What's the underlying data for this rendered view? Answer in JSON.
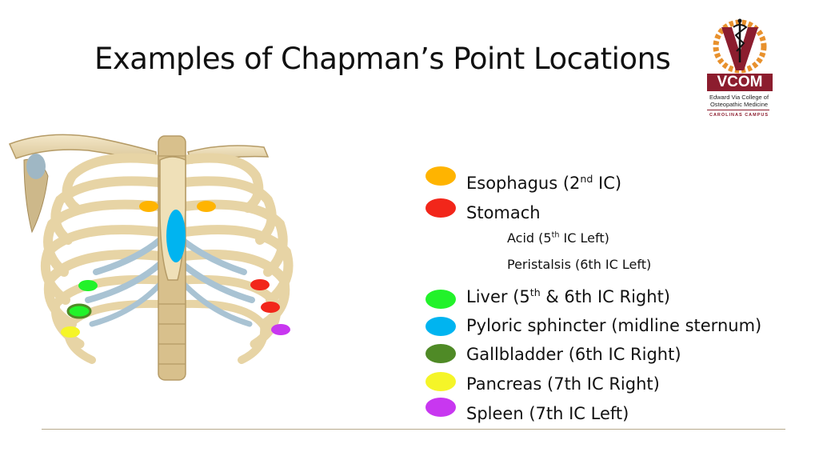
{
  "slide": {
    "title": "Examples of Chapman’s Point Locations"
  },
  "logo": {
    "wordmark": "VCOM",
    "line1": "Edward Via College of",
    "line2": "Osteopathic Medicine",
    "campus": "CAROLINAS CAMPUS",
    "colors": {
      "maroon": "#8c1d2e",
      "orange": "#e8912d"
    }
  },
  "legend": {
    "esophagus": {
      "text": "Esophagus (2",
      "sup": "nd",
      "after": " IC)",
      "color": "#ffb400"
    },
    "stomach": {
      "text": "Stomach",
      "color": "#f2261a"
    },
    "acid": {
      "text": "Acid (5",
      "sup": "th",
      "after": " IC Left)"
    },
    "peristalsis": {
      "text": "Peristalsis (6th IC Left)"
    },
    "liver": {
      "text": "Liver (5",
      "sup": "th",
      "after": " & 6th IC Right)",
      "color": "#22f22a"
    },
    "pyloric": {
      "text": "Pyloric sphincter (midline sternum)",
      "color": "#00b4f0"
    },
    "gallbladder": {
      "text": "Gallbladder (6th IC Right)",
      "color": "#4f8a26"
    },
    "pancreas": {
      "text": "Pancreas (7th IC Right)",
      "color": "#f5f528"
    },
    "spleen": {
      "text": "Spleen (7th IC Left)",
      "color": "#c837f0"
    }
  }
}
